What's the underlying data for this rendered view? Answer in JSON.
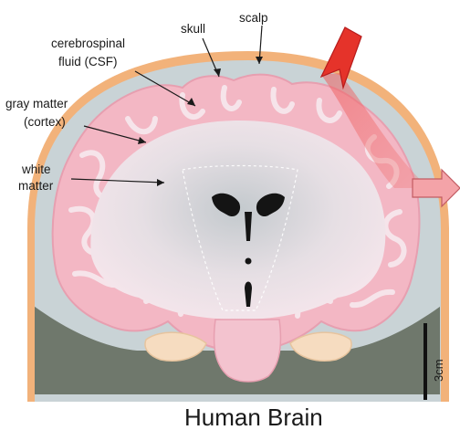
{
  "labels": {
    "skull": "skull",
    "scalp": "scalp",
    "csf_line1": "cerebrospinal",
    "csf_line2": "fluid (CSF)",
    "gray_line1": "gray matter",
    "gray_line2": "(cortex)",
    "white_line1": "white",
    "white_line2": "matter"
  },
  "scale_bar": {
    "label": "3cm"
  },
  "caption": "Human Brain",
  "colors": {
    "scalp": "#f2b27a",
    "skull_csf": "#c9d3d6",
    "neck": "#6f786c",
    "gray_matter": "#f3b7c4",
    "white_matter": "#f6e4ea",
    "ventricle": "#141414",
    "arrow": "#e5332a"
  }
}
